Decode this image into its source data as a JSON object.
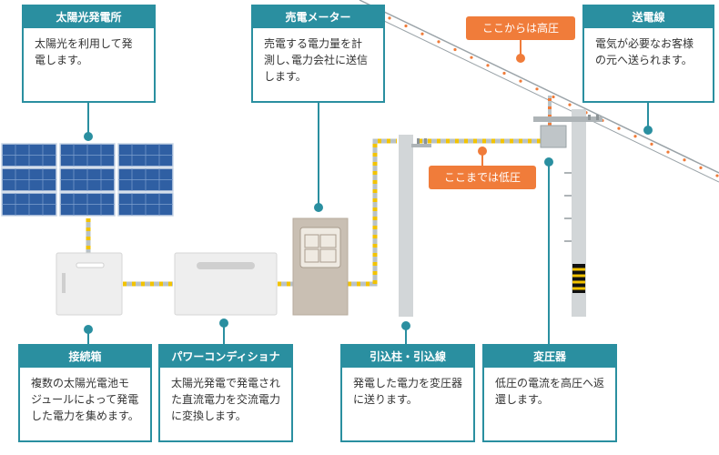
{
  "cards": {
    "solar": {
      "title": "太陽光発電所",
      "body": "太陽光を利用して発電します。"
    },
    "meter": {
      "title": "売電メーター",
      "body": "売電する電力量を計測し､電力会社に送信します。"
    },
    "line": {
      "title": "送電線",
      "body": "電気が必要なお客様の元へ送られます。"
    },
    "junction": {
      "title": "接続箱",
      "body": "複数の太陽光電池モジュールによって発電した電力を集めます。"
    },
    "pcs": {
      "title": "パワーコンディショナ",
      "body": "太陽光発電で発電された直流電力を交流電力に変換します。"
    },
    "service": {
      "title": "引込柱・引込線",
      "body": "発電した電力を変圧器に送ります。"
    },
    "trans": {
      "title": "変圧器",
      "body": "低圧の電流を高圧へ返還します。"
    }
  },
  "tags": {
    "high": "ここからは高圧",
    "low": "ここまでは低圧"
  },
  "colors": {
    "teal": "#2a8fa0",
    "orange": "#f07c3a",
    "wire": "#b9c2c6",
    "dash": "#f2c300"
  }
}
